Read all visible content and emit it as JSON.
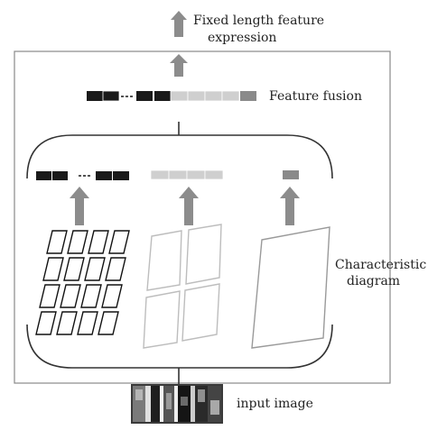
{
  "labels": {
    "output_line1": "Fixed length feature",
    "output_line2": "expression",
    "fusion": "Feature fusion",
    "char_line1": "Characteristic",
    "char_line2": "diagram",
    "input": "input image"
  },
  "pyramid_levels": [
    {
      "grid": "4x4",
      "vector_tone": "dark"
    },
    {
      "grid": "2x2",
      "vector_tone": "light"
    },
    {
      "grid": "1x1",
      "vector_tone": "mid"
    }
  ],
  "colors": {
    "arrow": "#8c8c8c",
    "dark_cell": "#1a1a1a",
    "light_cell": "#c8c8c8",
    "mid_cell": "#8a8a8a",
    "frame": "#888888",
    "bracket": "#333333"
  }
}
